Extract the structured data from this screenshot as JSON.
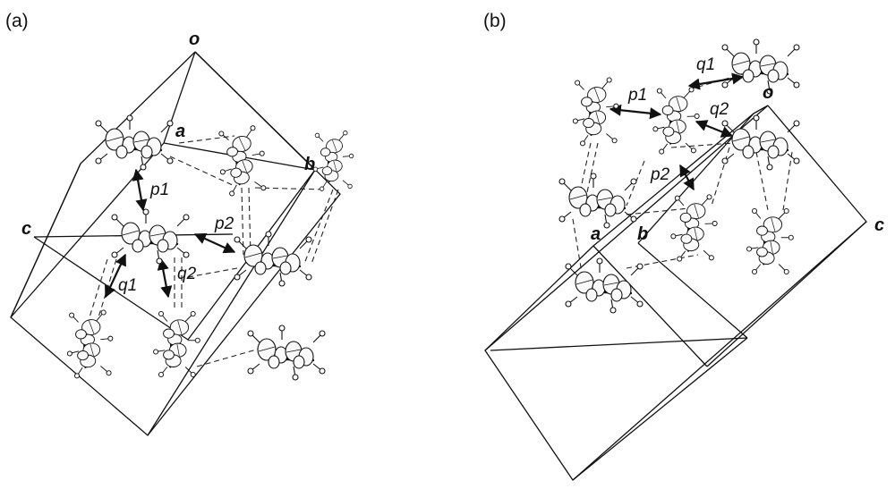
{
  "panels": [
    {
      "label": "(a)",
      "axes": {
        "o": "o",
        "a": "a",
        "b": "b",
        "c": "c"
      },
      "contacts": [
        "p1",
        "p2",
        "q1",
        "q2"
      ]
    },
    {
      "label": "(b)",
      "axes": {
        "o": "o",
        "a": "a",
        "b": "b",
        "c": "c"
      },
      "contacts": [
        "q1",
        "p1",
        "q2",
        "p2"
      ]
    }
  ],
  "molecule_icon": "molecule-ortep-icon"
}
